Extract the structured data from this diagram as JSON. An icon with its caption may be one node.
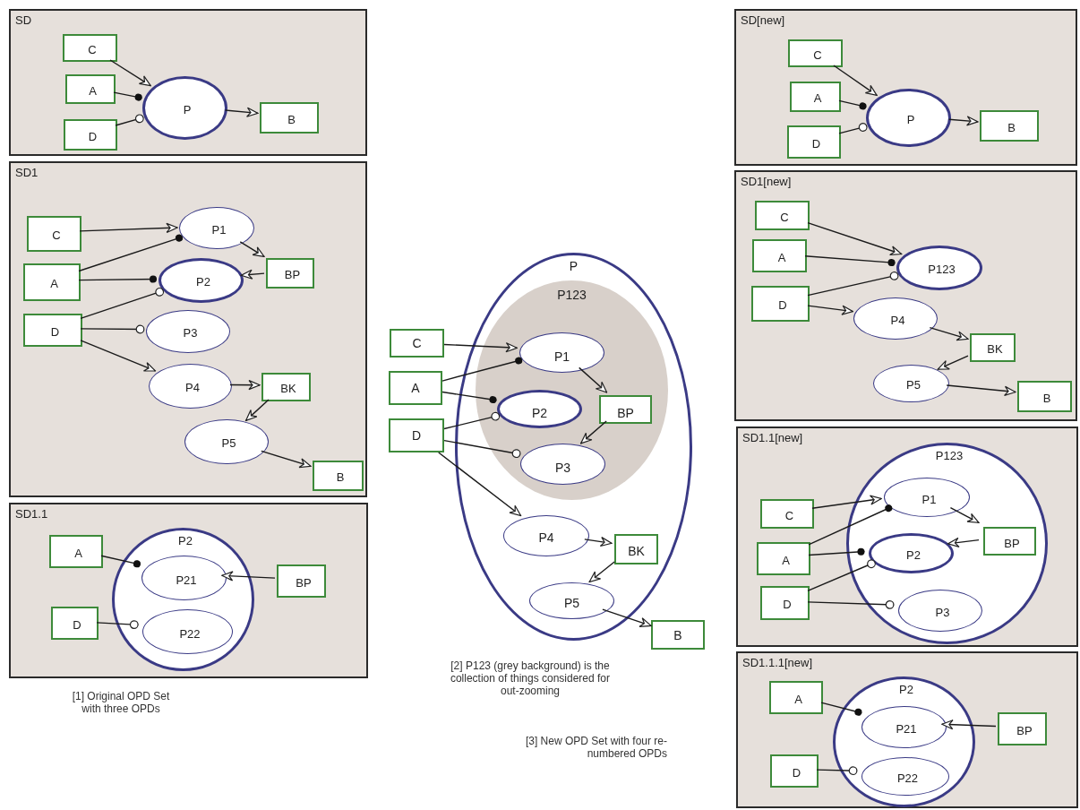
{
  "diagram": {
    "nodes": [
      {
        "text": [
          "SD"
        ]
      },
      {
        "text": [
          "C"
        ],
        "in": 0
      },
      {
        "text": [
          "A"
        ],
        "in": 0
      },
      {
        "text": [
          "D"
        ],
        "in": 0
      },
      {
        "text": [
          "P"
        ],
        "in": 0
      },
      {
        "text": [
          "B"
        ],
        "in": 0
      },
      {
        "text": [
          "SD1"
        ]
      },
      {
        "text": [
          "C"
        ],
        "in": 6
      },
      {
        "text": [
          "A"
        ],
        "in": 6
      },
      {
        "text": [
          "D"
        ],
        "in": 6
      },
      {
        "text": [
          "P1"
        ],
        "in": 6
      },
      {
        "text": [
          "P2"
        ],
        "in": 6
      },
      {
        "text": [
          "BP"
        ],
        "in": 6
      },
      {
        "text": [
          "P3"
        ],
        "in": 6
      },
      {
        "text": [
          "P4"
        ],
        "in": 6
      },
      {
        "text": [
          "BK"
        ],
        "in": 6
      },
      {
        "text": [
          "P5"
        ],
        "in": 6
      },
      {
        "text": [
          "B"
        ],
        "in": 6
      },
      {
        "text": [
          "SD1.1"
        ]
      },
      {
        "text": [
          "A"
        ],
        "in": 18
      },
      {
        "text": [
          "P2"
        ],
        "in": 18
      },
      {
        "text": [
          "P21"
        ],
        "in": 20
      },
      {
        "text": [
          "BP"
        ],
        "in": 18
      },
      {
        "text": [
          "D"
        ],
        "in": 18
      },
      {
        "text": [
          "P22"
        ],
        "in": 20
      },
      {
        "text": [
          "P"
        ]
      },
      {
        "text": [
          "P123"
        ],
        "in": 25
      },
      {
        "text": [
          "C"
        ]
      },
      {
        "text": [
          "P1"
        ],
        "in": 26
      },
      {
        "text": [
          "A"
        ]
      },
      {
        "text": [
          "P2"
        ],
        "in": 26
      },
      {
        "text": [
          "BP"
        ],
        "in": 26
      },
      {
        "text": [
          "D"
        ]
      },
      {
        "text": [
          "P3"
        ],
        "in": 26
      },
      {
        "text": [
          "P4"
        ],
        "in": 25
      },
      {
        "text": [
          "BK"
        ],
        "in": 25
      },
      {
        "text": [
          "P5"
        ],
        "in": 25
      },
      {
        "text": [
          "B"
        ]
      },
      {
        "text": [
          "SD[new]"
        ]
      },
      {
        "text": [
          "C"
        ],
        "in": 38
      },
      {
        "text": [
          "A"
        ],
        "in": 38
      },
      {
        "text": [
          "D"
        ],
        "in": 38
      },
      {
        "text": [
          "P"
        ],
        "in": 38
      },
      {
        "text": [
          "B"
        ],
        "in": 38
      },
      {
        "text": [
          "SD1[new]"
        ]
      },
      {
        "text": [
          "C"
        ],
        "in": 44
      },
      {
        "text": [
          "A"
        ],
        "in": 44
      },
      {
        "text": [
          "D"
        ],
        "in": 44
      },
      {
        "text": [
          "P123"
        ],
        "in": 44
      },
      {
        "text": [
          "P4"
        ],
        "in": 44
      },
      {
        "text": [
          "BK"
        ],
        "in": 44
      },
      {
        "text": [
          "P5"
        ],
        "in": 44
      },
      {
        "text": [
          "B"
        ],
        "in": 44
      },
      {
        "text": [
          "SD1.1[new]"
        ]
      },
      {
        "text": [
          "P123"
        ],
        "in": 53
      },
      {
        "text": [
          "P1"
        ],
        "in": 54
      },
      {
        "text": [
          "C"
        ],
        "in": 53
      },
      {
        "text": [
          "BP"
        ],
        "in": 54
      },
      {
        "text": [
          "A"
        ],
        "in": 53
      },
      {
        "text": [
          "P2"
        ],
        "in": 54
      },
      {
        "text": [
          "D"
        ],
        "in": 53
      },
      {
        "text": [
          "P3"
        ],
        "in": 54
      },
      {
        "text": [
          "SD1.1.1[new]"
        ]
      },
      {
        "text": [
          "A"
        ],
        "in": 62
      },
      {
        "text": [
          "P2"
        ],
        "in": 62
      },
      {
        "text": [
          "P21"
        ],
        "in": 64
      },
      {
        "text": [
          "BP"
        ],
        "in": 62
      },
      {
        "text": [
          "D"
        ],
        "in": 62
      },
      {
        "text": [
          "P22"
        ],
        "in": 64
      }
    ],
    "edges": [
      {
        "from": 1,
        "to": 4,
        "arrow": "to"
      },
      {
        "from": 2,
        "to": 4,
        "arrow": "other"
      },
      {
        "from": 3,
        "to": 4,
        "arrow": "other"
      },
      {
        "from": 4,
        "to": 5,
        "arrow": "to"
      },
      {
        "from": 7,
        "to": 10,
        "arrow": "to"
      },
      {
        "from": 8,
        "to": 10,
        "arrow": "other"
      },
      {
        "from": 8,
        "to": 11,
        "arrow": "other"
      },
      {
        "from": 9,
        "to": 11,
        "arrow": "other"
      },
      {
        "from": 9,
        "to": 13,
        "arrow": "other"
      },
      {
        "from": 9,
        "to": 14,
        "arrow": "to"
      },
      {
        "from": 10,
        "to": 12,
        "arrow": "to"
      },
      {
        "from": 12,
        "to": 11,
        "arrow": "to"
      },
      {
        "from": 14,
        "to": 15,
        "arrow": "to"
      },
      {
        "from": 15,
        "to": 16,
        "arrow": "to"
      },
      {
        "from": 16,
        "to": 17,
        "arrow": "to"
      },
      {
        "from": 19,
        "to": 21,
        "arrow": "other"
      },
      {
        "from": 23,
        "to": 24,
        "arrow": "other"
      },
      {
        "from": 22,
        "to": 21,
        "arrow": "to"
      },
      {
        "from": 27,
        "to": 28,
        "arrow": "to"
      },
      {
        "from": 29,
        "to": 28,
        "arrow": "other"
      },
      {
        "from": 29,
        "to": 30,
        "arrow": "other"
      },
      {
        "from": 32,
        "to": 30,
        "arrow": "other"
      },
      {
        "from": 32,
        "to": 33,
        "arrow": "other"
      },
      {
        "from": 32,
        "to": 34,
        "arrow": "to"
      },
      {
        "from": 28,
        "to": 31,
        "arrow": "to"
      },
      {
        "from": 31,
        "to": 33,
        "arrow": "to"
      },
      {
        "from": 34,
        "to": 35,
        "arrow": "to"
      },
      {
        "from": 35,
        "to": 36,
        "arrow": "to"
      },
      {
        "from": 36,
        "to": 37,
        "arrow": "to"
      },
      {
        "from": 39,
        "to": 42,
        "arrow": "to"
      },
      {
        "from": 40,
        "to": 42,
        "arrow": "other"
      },
      {
        "from": 41,
        "to": 42,
        "arrow": "other"
      },
      {
        "from": 42,
        "to": 43,
        "arrow": "to"
      },
      {
        "from": 45,
        "to": 48,
        "arrow": "to"
      },
      {
        "from": 46,
        "to": 48,
        "arrow": "other"
      },
      {
        "from": 47,
        "to": 48,
        "arrow": "other"
      },
      {
        "from": 47,
        "to": 49,
        "arrow": "to"
      },
      {
        "from": 49,
        "to": 50,
        "arrow": "to"
      },
      {
        "from": 50,
        "to": 51,
        "arrow": "to"
      },
      {
        "from": 51,
        "to": 52,
        "arrow": "to"
      },
      {
        "from": 56,
        "to": 55,
        "arrow": "to"
      },
      {
        "from": 58,
        "to": 55,
        "arrow": "other"
      },
      {
        "from": 58,
        "to": 59,
        "arrow": "other"
      },
      {
        "from": 60,
        "to": 59,
        "arrow": "other"
      },
      {
        "from": 60,
        "to": 61,
        "arrow": "other"
      },
      {
        "from": 55,
        "to": 57,
        "arrow": "to"
      },
      {
        "from": 57,
        "to": 59,
        "arrow": "to"
      },
      {
        "from": 63,
        "to": 65,
        "arrow": "other"
      },
      {
        "from": 67,
        "to": 68,
        "arrow": "other"
      },
      {
        "from": 66,
        "to": 65,
        "arrow": "to"
      }
    ],
    "labels": [
      "[1] Original OPD Set with three OPDs",
      "[2] P123 (grey background) is the collection of things considered for out-zooming",
      "[3] New OPD Set with four re-numbered OPDs"
    ]
  }
}
